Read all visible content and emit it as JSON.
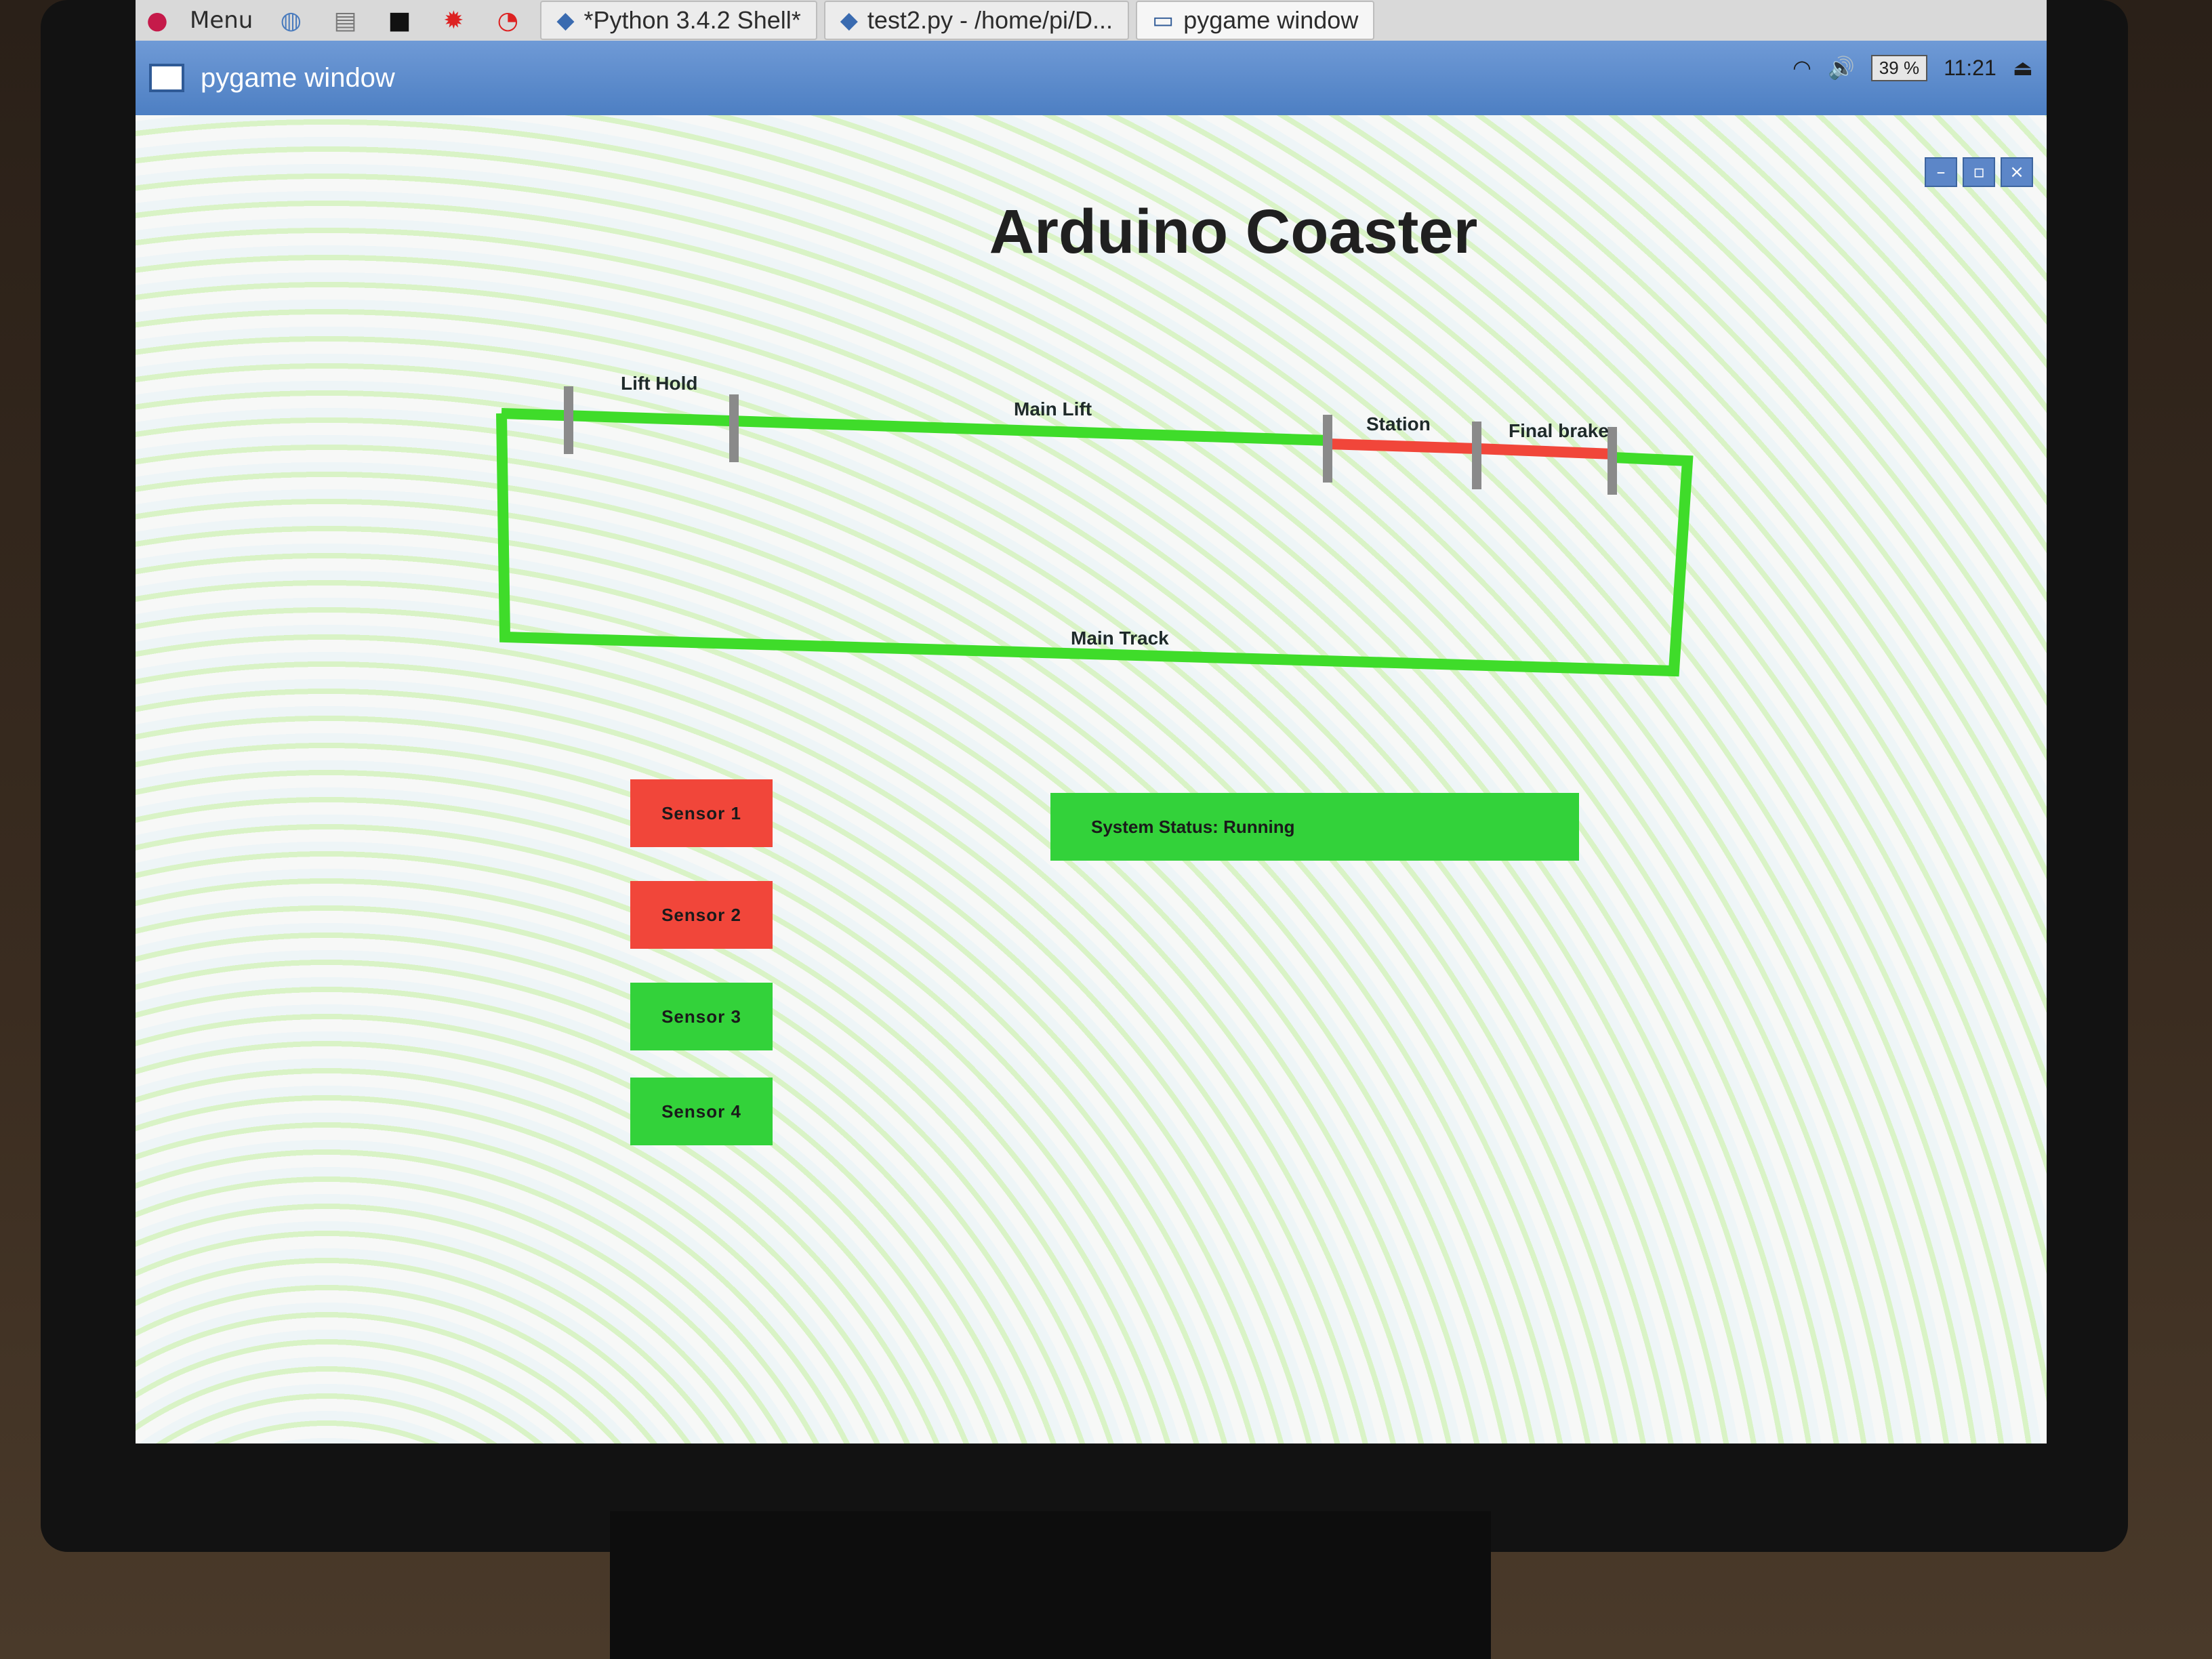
{
  "taskbar": {
    "menu_label": "Menu",
    "tasks": [
      {
        "label": "*Python 3.4.2 Shell*"
      },
      {
        "label": "test2.py - /home/pi/D..."
      },
      {
        "label": "pygame window"
      }
    ]
  },
  "window": {
    "title": "pygame window"
  },
  "tray": {
    "battery": "39 %",
    "clock": "11:21"
  },
  "app": {
    "title": "Arduino Coaster"
  },
  "track": {
    "labels": {
      "lift_hold": "Lift Hold",
      "main_lift": "Main Lift",
      "station": "Station",
      "final_brake": "Final brake",
      "main_track": "Main Track"
    }
  },
  "sensors": [
    {
      "label": "Sensor 1",
      "color": "#f1463a"
    },
    {
      "label": "Sensor 2",
      "color": "#f1463a"
    },
    {
      "label": "Sensor 3",
      "color": "#33d23a"
    },
    {
      "label": "Sensor 4",
      "color": "#33d23a"
    }
  ],
  "status": {
    "label": "System Status: Running",
    "color": "#33d23a"
  },
  "colors": {
    "track_green": "#3fdc2a",
    "brake_red": "#f1463a",
    "divider_gray": "#8a8a8a"
  }
}
